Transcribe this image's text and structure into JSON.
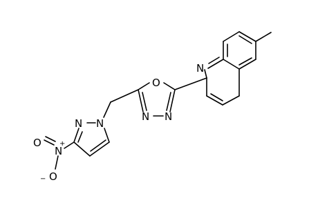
{
  "molecule": {
    "atoms": {
      "n_quinoline": "N",
      "o_oxadiazole": "O",
      "n_oxadiazole_3": "N",
      "n_oxadiazole_4": "N",
      "n_pyrazole_2": "N",
      "n_pyrazole_1": "N",
      "n_nitro": "N",
      "n_nitro_charge": "+",
      "o_nitro_1": "O",
      "o_nitro_2": "O",
      "o_nitro_2_charge": "−"
    }
  }
}
